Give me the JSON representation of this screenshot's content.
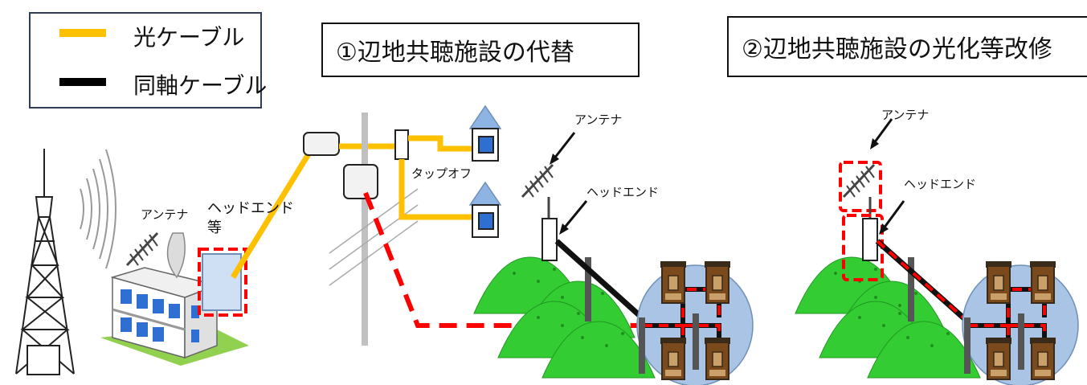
{
  "legend": {
    "items": [
      {
        "label": "光ケーブル",
        "color": "#ffc000"
      },
      {
        "label": "同軸ケーブル",
        "color": "#000000"
      }
    ]
  },
  "titles": {
    "option1": "①辺地共聴施設の代替",
    "option2": "②辺地共聴施設の光化等改修"
  },
  "labels": {
    "antenna_station": "アンテナ",
    "headend_station_line1": "ヘッドエンド",
    "headend_station_line2": "等",
    "tapoff": "タップオフ",
    "antenna_1": "アンテナ",
    "headend_1": "ヘッドエンド",
    "antenna_2": "アンテナ",
    "headend_2": "ヘッドエンド"
  },
  "colors": {
    "fiber": "#ffc000",
    "coax": "#000000",
    "highlight": "#ff0000",
    "mountain": "#33cc33",
    "village": "#a9c4e4",
    "pole": "#c0c0c0",
    "house_roof": "#8eb4e3"
  }
}
